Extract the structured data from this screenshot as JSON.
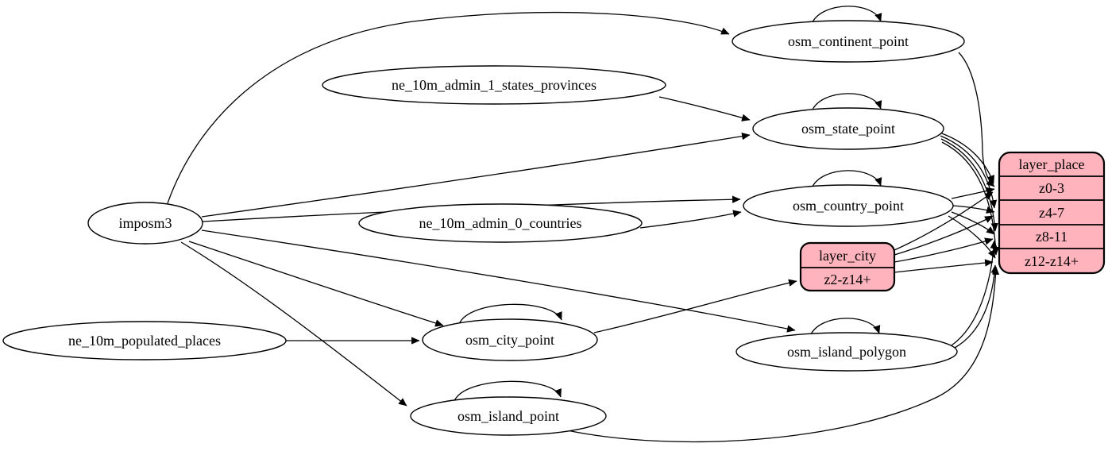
{
  "diagram": {
    "type": "graphviz-etl-flow",
    "colors": {
      "background": "#ffffff",
      "edge": "#000000",
      "ellipse_fill": "#ffffff",
      "record_fill": "#ffb3bd",
      "border": "#000000"
    },
    "nodes": {
      "imposm3": {
        "label": "imposm3"
      },
      "ne_10m_admin_1_states_provinces": {
        "label": "ne_10m_admin_1_states_provinces"
      },
      "ne_10m_admin_0_countries": {
        "label": "ne_10m_admin_0_countries"
      },
      "ne_10m_populated_places": {
        "label": "ne_10m_populated_places"
      },
      "osm_continent_point": {
        "label": "osm_continent_point"
      },
      "osm_state_point": {
        "label": "osm_state_point"
      },
      "osm_country_point": {
        "label": "osm_country_point"
      },
      "osm_city_point": {
        "label": "osm_city_point"
      },
      "osm_island_polygon": {
        "label": "osm_island_polygon"
      },
      "osm_island_point": {
        "label": "osm_island_point"
      }
    },
    "records": {
      "layer_city": {
        "title": "layer_city",
        "rows": [
          "z2-z14+"
        ]
      },
      "layer_place": {
        "title": "layer_place",
        "rows": [
          "z0-3",
          "z4-7",
          "z8-11",
          "z12-z14+"
        ]
      }
    },
    "edges": [
      {
        "from": "imposm3",
        "to": "osm_continent_point"
      },
      {
        "from": "imposm3",
        "to": "osm_state_point"
      },
      {
        "from": "imposm3",
        "to": "osm_country_point"
      },
      {
        "from": "imposm3",
        "to": "osm_city_point"
      },
      {
        "from": "imposm3",
        "to": "osm_island_polygon"
      },
      {
        "from": "imposm3",
        "to": "osm_island_point"
      },
      {
        "from": "ne_10m_admin_1_states_provinces",
        "to": "osm_state_point"
      },
      {
        "from": "ne_10m_admin_0_countries",
        "to": "osm_country_point"
      },
      {
        "from": "ne_10m_populated_places",
        "to": "osm_city_point"
      },
      {
        "from": "osm_continent_point",
        "to": "osm_continent_point"
      },
      {
        "from": "osm_state_point",
        "to": "osm_state_point"
      },
      {
        "from": "osm_country_point",
        "to": "osm_country_point"
      },
      {
        "from": "osm_city_point",
        "to": "osm_city_point"
      },
      {
        "from": "osm_island_polygon",
        "to": "osm_island_polygon"
      },
      {
        "from": "osm_island_point",
        "to": "osm_island_point"
      },
      {
        "from": "osm_city_point",
        "to": "layer_city:z2-z14+"
      },
      {
        "from": "osm_continent_point",
        "to": "layer_place:z0-3"
      },
      {
        "from": "osm_country_point",
        "to": "layer_place:z0-3"
      },
      {
        "from": "osm_country_point",
        "to": "layer_place:z4-7"
      },
      {
        "from": "osm_country_point",
        "to": "layer_place:z8-11"
      },
      {
        "from": "osm_country_point",
        "to": "layer_place:z12-z14+"
      },
      {
        "from": "osm_state_point",
        "to": "layer_place:z0-3"
      },
      {
        "from": "osm_state_point",
        "to": "layer_place:z4-7"
      },
      {
        "from": "osm_state_point",
        "to": "layer_place:z8-11"
      },
      {
        "from": "osm_state_point",
        "to": "layer_place:z12-z14+"
      },
      {
        "from": "layer_city:z2-z14+",
        "to": "layer_place:z0-3"
      },
      {
        "from": "layer_city:z2-z14+",
        "to": "layer_place:z4-7"
      },
      {
        "from": "layer_city:z2-z14+",
        "to": "layer_place:z8-11"
      },
      {
        "from": "layer_city:z2-z14+",
        "to": "layer_place:z12-z14+"
      },
      {
        "from": "osm_island_polygon",
        "to": "layer_place:z8-11"
      },
      {
        "from": "osm_island_polygon",
        "to": "layer_place:z12-z14+"
      },
      {
        "from": "osm_island_point",
        "to": "layer_place:z12-z14+"
      }
    ]
  }
}
